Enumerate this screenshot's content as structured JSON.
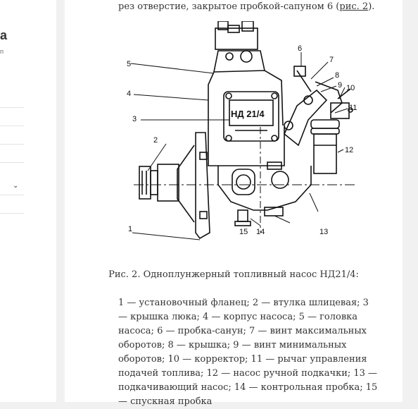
{
  "sidebar": {
    "title_fragment": "a",
    "subtitle_fragment": "n",
    "menu_chevron": "⌄"
  },
  "article": {
    "lead_text": "рез отверстие, закрытое пробкой-сапуном 6 (",
    "lead_link": "рис. 2",
    "lead_tail": ").",
    "caption": "Рис. 2. Одноплунжерный топливный насос НД21/4:",
    "legend": "1 — установочный фланец; 2 — втулка шлицевая; 3 — крышка люка; 4 — корпус насоса; 5 — головка насоса; 6 — пробка-санун; 7 — винт максимальных оборотов; 8 — крышка; 9 — винт минимальных оборотов; 10 — корректор; 11 — рычаг управления подачей топлива; 12 — насос ручной подкачки; 13 — подкачивающий насос; 14 — контрольная пробка; 15 — спускная пробка"
  },
  "figure": {
    "plate_label": "НД 21/4",
    "callouts": [
      "1",
      "2",
      "3",
      "4",
      "5",
      "6",
      "7",
      "8",
      "9",
      "10",
      "11",
      "12",
      "13",
      "14",
      "15"
    ]
  }
}
